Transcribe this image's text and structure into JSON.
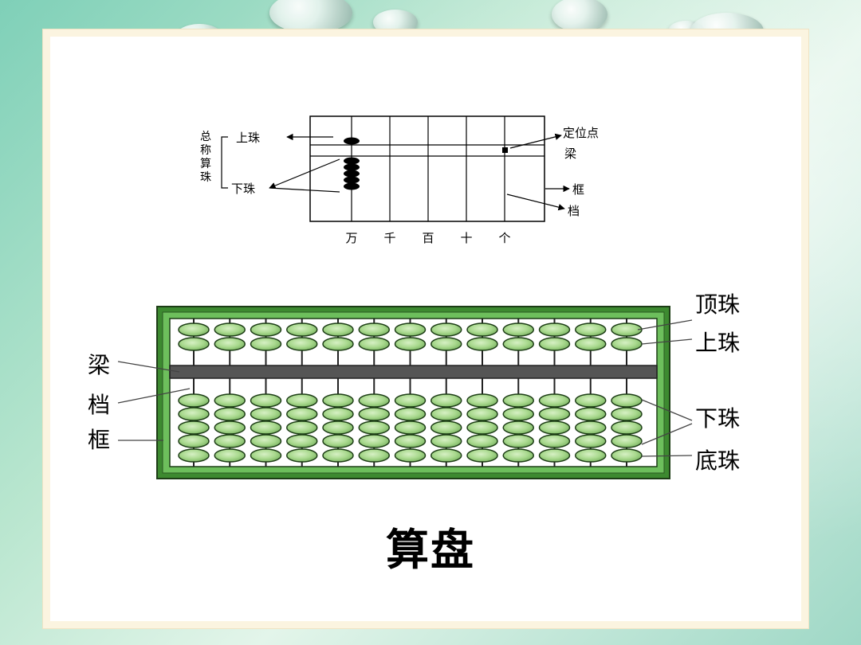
{
  "slide": {
    "title": "算盘"
  },
  "top_diagram": {
    "group_label": "总称算珠",
    "upper_bead": "上珠",
    "lower_bead": "下珠",
    "position_point": "定位点",
    "beam": "梁",
    "frame": "框",
    "rod": "档",
    "place_values": [
      "万",
      "千",
      "百",
      "十",
      "个"
    ]
  },
  "bottom_diagram": {
    "beam": "梁",
    "rod": "档",
    "frame": "框",
    "top_bead": "顶珠",
    "upper_bead": "上珠",
    "lower_bead": "下珠",
    "bottom_bead": "底珠",
    "rod_count": 13,
    "colors": {
      "frame": "#6dbf5c",
      "bead": "#a9d98e",
      "beam": "#555555"
    }
  }
}
